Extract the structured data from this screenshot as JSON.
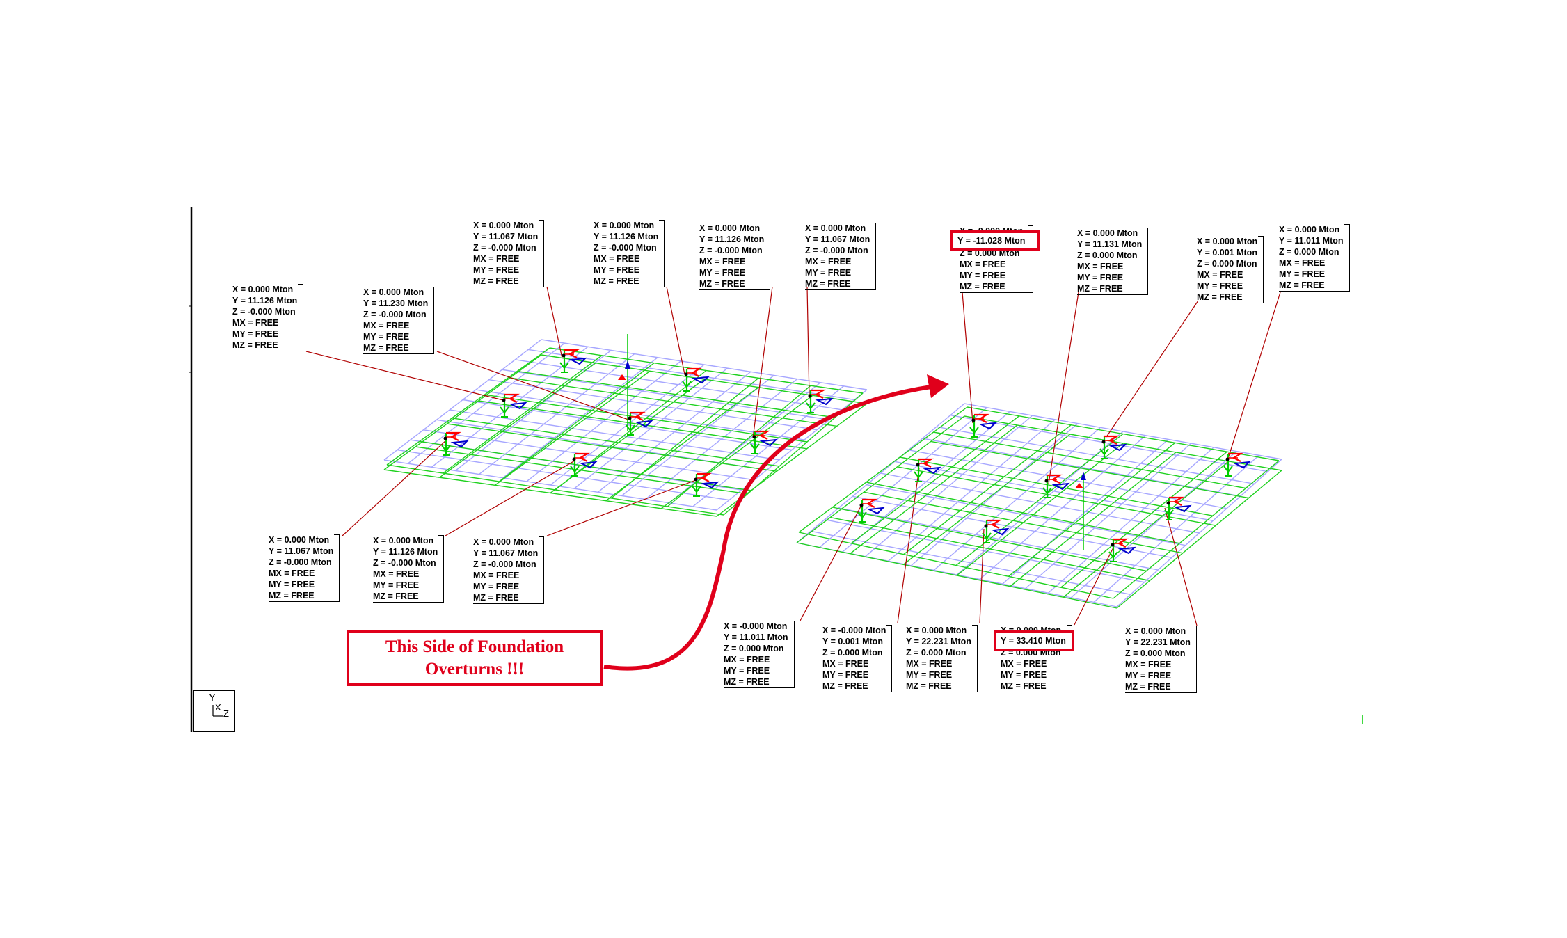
{
  "labels_left": [
    {
      "id": "l1",
      "lines": [
        "X = 0.000 Mton",
        "Y = 11.126 Mton",
        "Z = -0.000 Mton",
        "MX = FREE",
        "MY = FREE",
        "MZ = FREE"
      ]
    },
    {
      "id": "l2",
      "lines": [
        "X = 0.000 Mton",
        "Y = 11.230 Mton",
        "Z = -0.000 Mton",
        "MX = FREE",
        "MY = FREE",
        "MZ = FREE"
      ]
    },
    {
      "id": "l3",
      "lines": [
        "X = 0.000 Mton",
        "Y = 11.067 Mton",
        "Z = -0.000 Mton",
        "MX = FREE",
        "MY = FREE",
        "MZ = FREE"
      ]
    },
    {
      "id": "l4",
      "lines": [
        "X = 0.000 Mton",
        "Y = 11.126 Mton",
        "Z = -0.000 Mton",
        "MX = FREE",
        "MY = FREE",
        "MZ = FREE"
      ]
    },
    {
      "id": "l5",
      "lines": [
        "X = 0.000 Mton",
        "Y = 11.126 Mton",
        "Z = -0.000 Mton",
        "MX = FREE",
        "MY = FREE",
        "MZ = FREE"
      ]
    },
    {
      "id": "l6",
      "lines": [
        "X = 0.000 Mton",
        "Y = 11.067 Mton",
        "Z = -0.000 Mton",
        "MX = FREE",
        "MY = FREE",
        "MZ = FREE"
      ]
    },
    {
      "id": "l7",
      "lines": [
        "X = 0.000 Mton",
        "Y = 11.067 Mton",
        "Z = -0.000 Mton",
        "MX = FREE",
        "MY = FREE",
        "MZ = FREE"
      ]
    },
    {
      "id": "l8",
      "lines": [
        "X = 0.000 Mton",
        "Y = 11.126 Mton",
        "Z = -0.000 Mton",
        "MX = FREE",
        "MY = FREE",
        "MZ = FREE"
      ]
    },
    {
      "id": "l9",
      "lines": [
        "X = 0.000 Mton",
        "Y = 11.067 Mton",
        "Z = -0.000 Mton",
        "MX = FREE",
        "MY = FREE",
        "MZ = FREE"
      ]
    }
  ],
  "labels_right": [
    {
      "id": "r1",
      "lines": [
        "X = -0.000 Mton",
        "Y = -11.028 Mton",
        "Z = 0.000 Mton",
        "MX = FREE",
        "MY = FREE",
        "MZ = FREE"
      ]
    },
    {
      "id": "r2",
      "lines": [
        "X = 0.000 Mton",
        "Y = 11.131 Mton",
        "Z = 0.000 Mton",
        "MX = FREE",
        "MY = FREE",
        "MZ = FREE"
      ]
    },
    {
      "id": "r3",
      "lines": [
        "X = 0.000 Mton",
        "Y = 0.001 Mton",
        "Z = 0.000 Mton",
        "MX = FREE",
        "MY = FREE",
        "MZ = FREE"
      ]
    },
    {
      "id": "r4",
      "lines": [
        "X = 0.000 Mton",
        "Y = 11.011 Mton",
        "Z = 0.000 Mton",
        "MX = FREE",
        "MY = FREE",
        "MZ = FREE"
      ]
    },
    {
      "id": "r5",
      "lines": [
        "X = -0.000 Mton",
        "Y = 11.011 Mton",
        "Z = 0.000 Mton",
        "MX = FREE",
        "MY = FREE",
        "MZ = FREE"
      ]
    },
    {
      "id": "r6",
      "lines": [
        "X = -0.000 Mton",
        "Y = 0.001 Mton",
        "Z = 0.000 Mton",
        "MX = FREE",
        "MY = FREE",
        "MZ = FREE"
      ]
    },
    {
      "id": "r7",
      "lines": [
        "X = 0.000 Mton",
        "Y = 22.231 Mton",
        "Z = 0.000 Mton",
        "MX = FREE",
        "MY = FREE",
        "MZ = FREE"
      ]
    },
    {
      "id": "r8",
      "lines": [
        "X = 0.000 Mton",
        "Y = 33.410 Mton",
        "Z = 0.000 Mton",
        "MX = FREE",
        "MY = FREE",
        "MZ = FREE"
      ]
    },
    {
      "id": "r9",
      "lines": [
        "X = 0.000 Mton",
        "Y = 22.231 Mton",
        "Z = 0.000 Mton",
        "MX = FREE",
        "MY = FREE",
        "MZ = FREE"
      ]
    }
  ],
  "highlights": {
    "top": "Y = -11.028 Mton",
    "bottom": "Y = 33.410 Mton"
  },
  "callout": {
    "line1": "This Side of Foundation",
    "line2": "Overturns !!!"
  },
  "axis_triad": {
    "y": "Y",
    "x": "X",
    "z": "Z"
  },
  "colors": {
    "grid": "#1fd11f",
    "grid_light": "#a6a6ff",
    "leader": "#b00000",
    "highlight": "#e0001b",
    "support_red": "#ff0000",
    "support_blue": "#0000cc",
    "support_green": "#00cc00"
  }
}
